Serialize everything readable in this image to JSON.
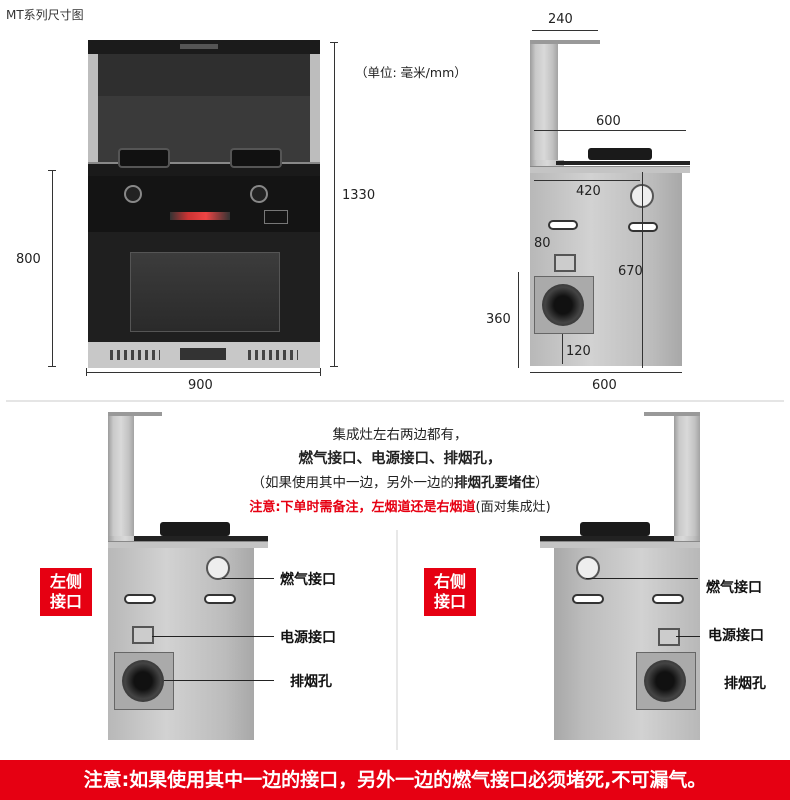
{
  "header": {
    "title": "MT系列尺寸图"
  },
  "unit_note": "（单位: 毫米/mm）",
  "front_view": {
    "width": "900",
    "height": "800",
    "total_height": "1330"
  },
  "side_view": {
    "flue_width": "240",
    "top_depth": "600",
    "gas_pos": "420",
    "power_offset": "80",
    "height_670": "670",
    "exhaust_height": "360",
    "exhaust_offset": "120",
    "bottom_depth": "600"
  },
  "info": {
    "line1": "集成灶左右两边都有，",
    "line2": "燃气接口、电源接口、排烟孔，",
    "line3_pre": "（如果使用其中一边，另外一边的",
    "line3_bold": "排烟孔要堵住",
    "line3_post": "）",
    "line4_red": "注意:下单时需备注，左烟道还是右烟道",
    "line4_post": "(面对集成灶)"
  },
  "left_unit": {
    "badge_line1": "左侧",
    "badge_line2": "接口",
    "gas": "燃气接口",
    "power": "电源接口",
    "exhaust": "排烟孔"
  },
  "right_unit": {
    "badge_line1": "右侧",
    "badge_line2": "接口",
    "gas": "燃气接口",
    "power": "电源接口",
    "exhaust": "排烟孔"
  },
  "footer": {
    "warning": "注意:如果使用其中一边的接口，另外一边的燃气接口必须堵死,不可漏气。"
  },
  "colors": {
    "accent": "#e60012",
    "steel": "#c8c8c8",
    "glass": "#2a2a2a"
  }
}
